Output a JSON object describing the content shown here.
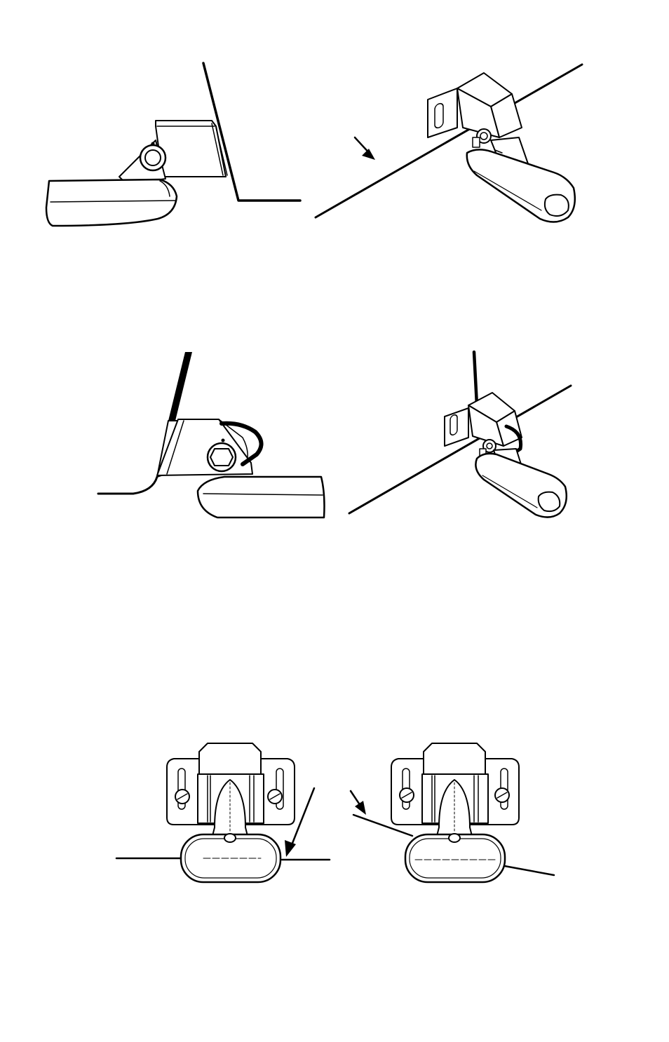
{
  "page": {
    "background_color": "#ffffff",
    "ink_color": "#000000"
  },
  "figures": [
    {
      "name": "side-view-transducer-transom-angled"
    },
    {
      "name": "perspective-transducer-angled-to-hull"
    },
    {
      "name": "side-view-transducer-transom-tilted-back"
    },
    {
      "name": "perspective-transducer-tilted-back"
    },
    {
      "name": "rear-view-transducer-level"
    },
    {
      "name": "rear-view-transducer-tilted"
    }
  ]
}
